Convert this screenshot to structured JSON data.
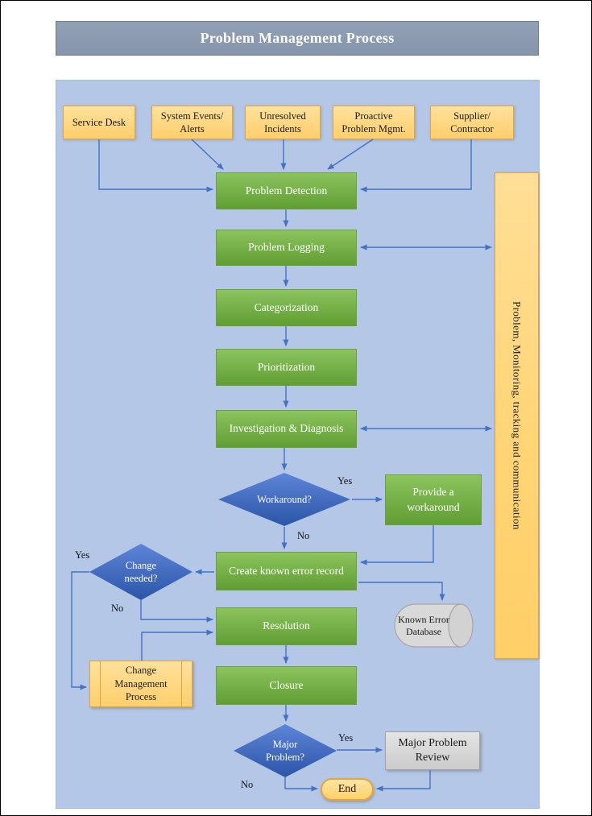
{
  "title": "Problem Management Process",
  "sidebar": {
    "label": "Problem, Monitoring, tracking and communication"
  },
  "sources": [
    {
      "label": "Service Desk"
    },
    {
      "label": "System Events/ Alerts"
    },
    {
      "label": "Unresolved Incidents"
    },
    {
      "label": "Proactive Problem Mgmt."
    },
    {
      "label": "Supplier/ Contractor"
    }
  ],
  "steps": {
    "detection": "Problem Detection",
    "logging": "Problem Logging",
    "categorization": "Categorization",
    "prioritization": "Prioritization",
    "investigation": "Investigation & Diagnosis",
    "provide_workaround": "Provide a workaround",
    "create_record": "Create known error record",
    "resolution": "Resolution",
    "closure": "Closure"
  },
  "decisions": {
    "workaround": "Workaround?",
    "change": "Change needed?",
    "major": "Major Problem?"
  },
  "subprocess": {
    "label": "Change Management Process"
  },
  "database": {
    "label": "Known Error Database"
  },
  "review": {
    "label": "Major Problem Review"
  },
  "terminator": {
    "label": "End"
  },
  "branches": {
    "workaround_yes": "Yes",
    "workaround_no": "No",
    "change_yes": "Yes",
    "change_no": "No",
    "major_yes": "Yes",
    "major_no": "No"
  },
  "colors": {
    "title_bar": "#8b99ae",
    "panel": "#b4c7e7",
    "process_green": "#6fae3f",
    "decision_blue": "#3a66b8",
    "source_orange": "#ffd579",
    "review_gray": "#d6d6d6",
    "arrow_blue": "#4472c4"
  }
}
